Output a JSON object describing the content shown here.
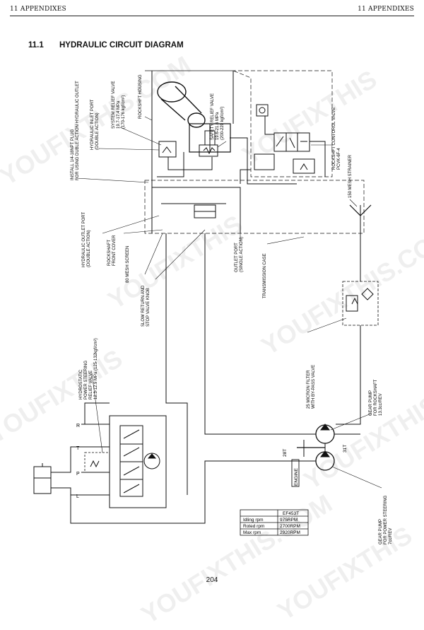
{
  "header": {
    "left": "11 APPENDIXES",
    "right": "11 APPENDIXES"
  },
  "section": {
    "number": "11.1",
    "title": "HYDRAULIC CIRCUIT DIAGRAM"
  },
  "page_number": "204",
  "watermarks": [
    "YOUFIXTHIS.COM",
    "YOUFIXTHIS",
    "YOUFIXTHIS",
    "YOUFIXTHIS.COM",
    "YOUFIXTHIS",
    "YOUFIXTHIS.COM",
    "YOUFIXTHIS.COM",
    "YOUFIXTHIS"
  ],
  "labels": {
    "plug": [
      "INSTALL 1/4-18NPT PLUG",
      "FOR USING DUBLE ACTION HYDRAULIC OUTLET"
    ],
    "inlet": [
      "HYDRAULIC INLET PORT",
      "(DOUBLE ACTION)"
    ],
    "sysrelief": [
      "SYSTEM RELIEF VALVE",
      "19.7-17.4 MPa",
      "(170-176 kgf/cm²)"
    ],
    "housing": [
      "ROCKSHFT HOUSING"
    ],
    "safety": [
      "SAFETY RELIEF VALVE",
      "19.6-21.6 MPa",
      "(200-220 kgf/cm²)"
    ],
    "control": [
      "ROCKSHFT CONTOROL VALVE",
      "PCVK-6F-4"
    ],
    "strainer": [
      "150 MESH STRAINER"
    ],
    "outletdbl": [
      "HYDRAULIC OUTLET PORT",
      "(DOUBLE ACTION)"
    ],
    "frontcover": [
      "ROCKSHAFT",
      "FRONT COVER"
    ],
    "screen": [
      "80 MESH SCREEN"
    ],
    "knob": [
      "SLOW RETURN AND",
      "STOP VALVE KNOB"
    ],
    "outletsgl": [
      "OUTLET PORT",
      "(SINGLE ACTION)"
    ],
    "tcase": [
      "TRANSMISSION CASE"
    ],
    "filter": [
      "25 MICRON FILTER",
      "WITH BY-PASS VALVE"
    ],
    "hydro": [
      "HYDROSTATIC",
      "POWER STEERING",
      "RELIEF VALVE",
      "12.3-12.9 MPa (125-132kgf/cm²)"
    ],
    "gearrock": [
      "GEAR PUMP",
      "FOR ROCKSHAFT",
      "13.3cc/REV"
    ],
    "gearsteer": [
      "GEAR PUMP",
      "FOR POWER STEERING",
      "7cc/REV"
    ],
    "t28": "28T",
    "t31": "31T",
    "engine": "ENGINE",
    "portR": "R",
    "portT": "T",
    "portP": "P",
    "portL": "L"
  },
  "spec_table": {
    "model": "EF453T",
    "rows": [
      {
        "label": "Idling rpm",
        "value": "975RPM"
      },
      {
        "label": "Roted rpm",
        "value": "2700RPM"
      },
      {
        "label": "Max rpm",
        "value": "2920RPM"
      }
    ]
  }
}
